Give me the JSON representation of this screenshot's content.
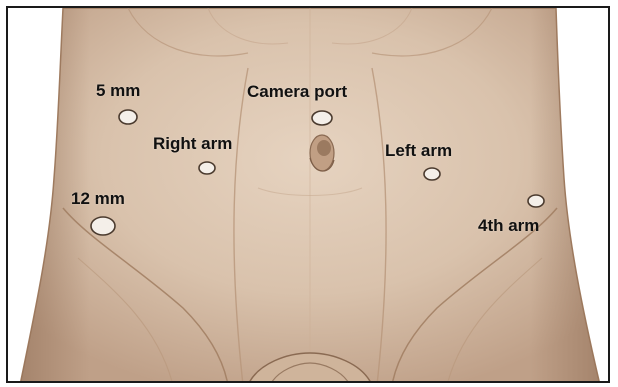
{
  "figure": {
    "labels": {
      "port_5mm": "5 mm",
      "camera_port": "Camera port",
      "right_arm": "Right arm",
      "left_arm": "Left arm",
      "port_12mm": "12 mm",
      "fourth_arm": "4th arm"
    },
    "colors": {
      "skin": "#d9c2ac",
      "skin_shadow": "#b8967a",
      "outline": "#a07c60",
      "port_fill": "#f4efe9",
      "port_stroke": "#4a3a2e",
      "background": "#ffffff",
      "frame": "#1a1a1a"
    }
  }
}
